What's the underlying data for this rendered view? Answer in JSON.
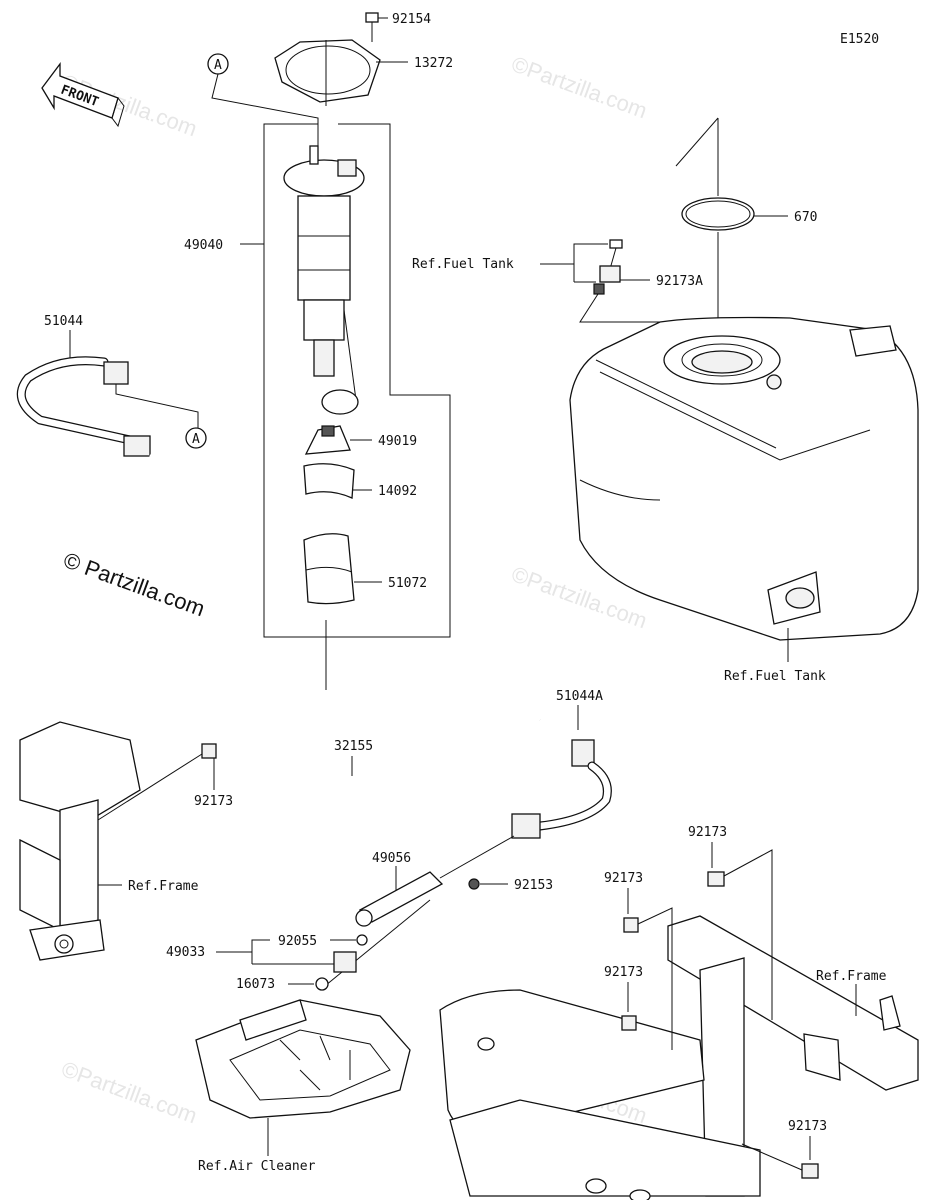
{
  "diagram_code": "E1520",
  "front_label": "FRONT",
  "watermark_small": "©Partzilla.com",
  "watermark_main": "© Partzilla.com",
  "callout_a": "A",
  "parts": {
    "p92154": "92154",
    "p13272": "13272",
    "p49040": "49040",
    "p49019": "49019",
    "p14092": "14092",
    "p51072": "51072",
    "p51044": "51044",
    "p670": "670",
    "p92173A": "92173A",
    "p51044A": "51044A",
    "p32155": "32155",
    "p92173_left": "92173",
    "p49056": "49056",
    "p92153": "92153",
    "p49033": "49033",
    "p92055": "92055",
    "p16073": "16073",
    "p92173_r1": "92173",
    "p92173_r2": "92173",
    "p92173_r3": "92173",
    "p92173_r4": "92173"
  },
  "refs": {
    "fuel_tank_top": "Ref.Fuel Tank",
    "fuel_tank_bottom": "Ref.Fuel Tank",
    "frame_left": "Ref.Frame",
    "frame_right": "Ref.Frame",
    "air_cleaner": "Ref.Air Cleaner"
  }
}
